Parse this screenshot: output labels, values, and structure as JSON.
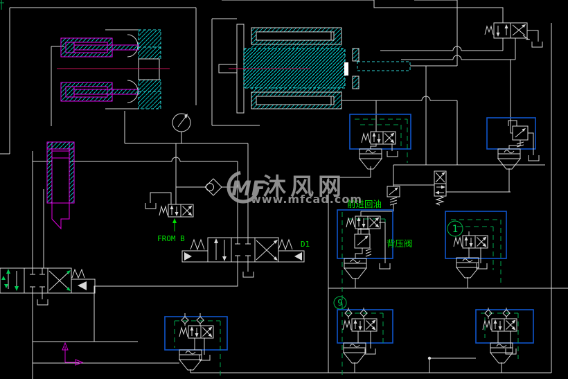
{
  "colors": {
    "background": "#000000",
    "line": "#d9d9d9",
    "cyan_hatch": "#00c8c8",
    "magenta": "#e600e6",
    "centerline": "#c81457",
    "green_text": "#00e000",
    "green_dash": "#00a851",
    "blue_box": "#1056cc",
    "watermark_gray": "#9a9a9a"
  },
  "labels": {
    "from_b": "FROM B",
    "valve_d1": "D1",
    "forward_oil_return": "前进回油",
    "back_pressure_valve": "背压阀",
    "callout_1": "1",
    "callout_9": "9"
  },
  "watermark": {
    "logo_text": "MF",
    "site_name": "沐风网",
    "site_url": "www.mfcad.com"
  }
}
